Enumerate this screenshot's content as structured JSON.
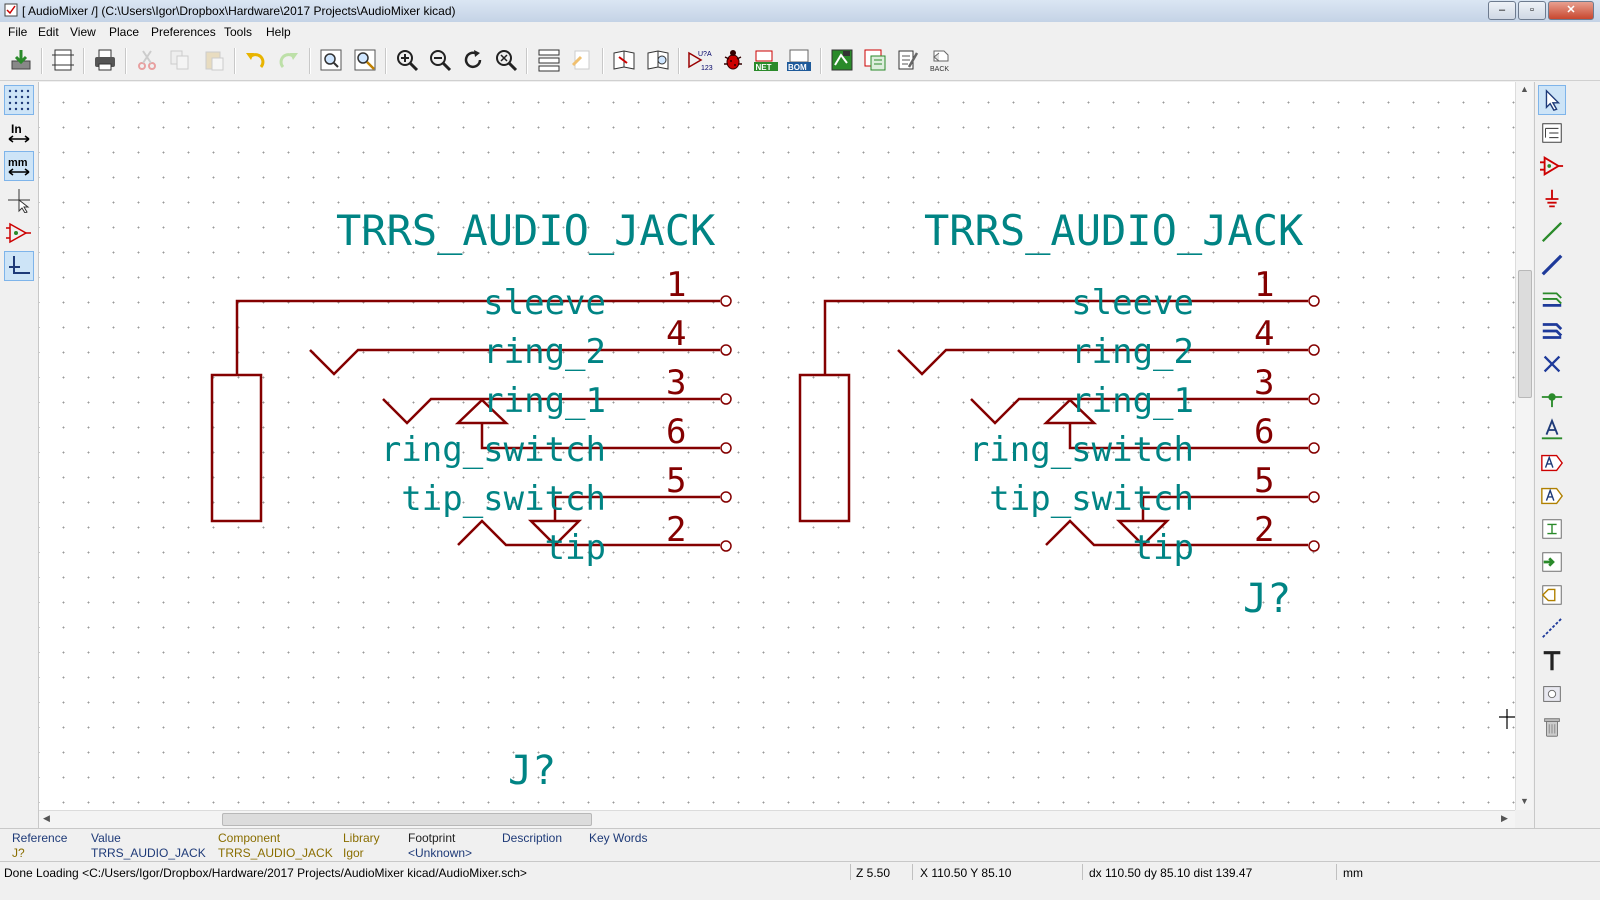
{
  "window": {
    "title": "[ AudioMixer /] (C:\\Users\\Igor\\Dropbox\\Hardware\\2017 Projects\\AudioMixer kicad)",
    "buttons": [
      "–",
      "▫",
      "✕"
    ]
  },
  "menu": [
    "File",
    "Edit",
    "View",
    "Place",
    "Preferences",
    "Tools",
    "Help"
  ],
  "toolbar": {
    "icons": [
      "save-project",
      "page-settings",
      "print",
      "cut",
      "copy",
      "paste",
      "undo",
      "redo",
      "find",
      "find-replace",
      "zoom-in",
      "zoom-out",
      "redraw",
      "zoom-fit",
      "hierarchy",
      "leave-sheet",
      "library-editor",
      "library-browser",
      "annotate",
      "erc",
      "netlist",
      "bom",
      "cvpcb",
      "pcbnew",
      "import-footprint",
      "back-annotate"
    ],
    "labels": {
      "annotate": "U?A",
      "annotate_sub": "123",
      "netlist": "NET",
      "bom": "BOM",
      "back": "BACK"
    }
  },
  "left_toolbar": {
    "items": [
      {
        "name": "grid-toggle",
        "label": ""
      },
      {
        "name": "units-inch",
        "label": "In"
      },
      {
        "name": "units-mm",
        "label": "mm"
      },
      {
        "name": "cursor-shape",
        "label": ""
      },
      {
        "name": "hidden-pins",
        "label": ""
      },
      {
        "name": "wire-orientation",
        "label": ""
      }
    ]
  },
  "schematic": {
    "components": [
      {
        "value": "TRRS_AUDIO_JACK",
        "reference": "J?",
        "pins": [
          {
            "name": "sleeve",
            "number": "1"
          },
          {
            "name": "ring_2",
            "number": "4"
          },
          {
            "name": "ring_1",
            "number": "3"
          },
          {
            "name": "ring_switch",
            "number": "6"
          },
          {
            "name": "tip_switch",
            "number": "5"
          },
          {
            "name": "tip",
            "number": "2"
          }
        ]
      },
      {
        "value": "TRRS_AUDIO_JACK",
        "reference": "J?",
        "pins": [
          {
            "name": "sleeve",
            "number": "1"
          },
          {
            "name": "ring_2",
            "number": "4"
          },
          {
            "name": "ring_1",
            "number": "3"
          },
          {
            "name": "ring_switch",
            "number": "6"
          },
          {
            "name": "tip_switch",
            "number": "5"
          },
          {
            "name": "tip",
            "number": "2"
          }
        ]
      }
    ],
    "colors": {
      "wire": "#840000",
      "text": "#008484"
    }
  },
  "msgpanel": {
    "reference": {
      "label": "Reference",
      "value": "J?"
    },
    "value": {
      "label": "Value",
      "value": "TRRS_AUDIO_JACK"
    },
    "component": {
      "label": "Component",
      "value": "TRRS_AUDIO_JACK"
    },
    "library": {
      "label": "Library",
      "value": "Igor"
    },
    "footprint": {
      "label": "Footprint",
      "value": "<Unknown>"
    },
    "description": {
      "label": "Description",
      "value": ""
    },
    "keywords": {
      "label": "Key Words",
      "value": ""
    }
  },
  "status": {
    "message": "Done Loading <C:/Users/Igor/Dropbox/Hardware/2017 Projects/AudioMixer kicad/AudioMixer.sch>",
    "zoom": "Z 5.50",
    "coords": "X 110.50  Y 85.10",
    "delta": "dx 110.50  dy 85.10  dist 139.47",
    "units": "mm"
  }
}
